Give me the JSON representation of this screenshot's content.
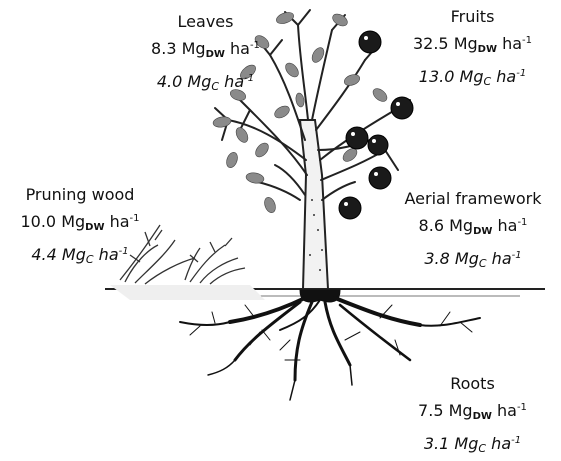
{
  "colors": {
    "ink": "#111111",
    "fruit": "#1a1a1a",
    "leaf": "#8a8a8a",
    "trunk": "#f2f2f2"
  },
  "units": {
    "mg": "Mg",
    "dw_sub": "DW",
    "c_sub": "C",
    "ha": "ha",
    "exp": "-1"
  },
  "labels": [
    {
      "id": "leaves",
      "name": "Leaves",
      "dw_value": "8.3",
      "c_value": "4.0"
    },
    {
      "id": "fruits",
      "name": "Fruits",
      "dw_value": "32.5",
      "c_value": "13.0"
    },
    {
      "id": "pruning",
      "name": "Pruning wood",
      "dw_value": "10.0",
      "c_value": "4.4"
    },
    {
      "id": "aerial",
      "name": "Aerial framework",
      "dw_value": "8.6",
      "c_value": "3.8"
    },
    {
      "id": "roots",
      "name": "Roots",
      "dw_value": "7.5",
      "c_value": "3.1"
    }
  ]
}
